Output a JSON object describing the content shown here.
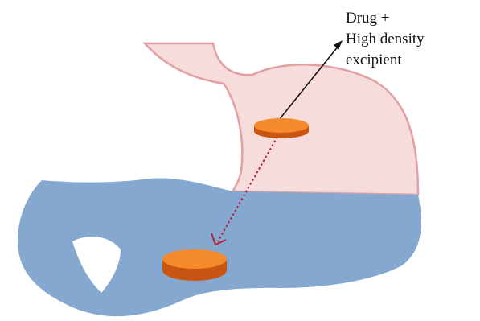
{
  "annotation": {
    "lines": [
      "Drug +",
      "High density",
      "excipient"
    ]
  },
  "colors": {
    "stomach_upper_fill": "#f7dcdc",
    "stomach_outline": "#e2a0a2",
    "gastric_fluid": "#84a8cf",
    "tablet_top": "#f48a2b",
    "tablet_side": "#c95512",
    "annotation_arrow": "#111111",
    "sinking_path": "#b8203a"
  },
  "icons": {
    "tablet": "tablet-icon",
    "arrow": "arrow-icon"
  }
}
